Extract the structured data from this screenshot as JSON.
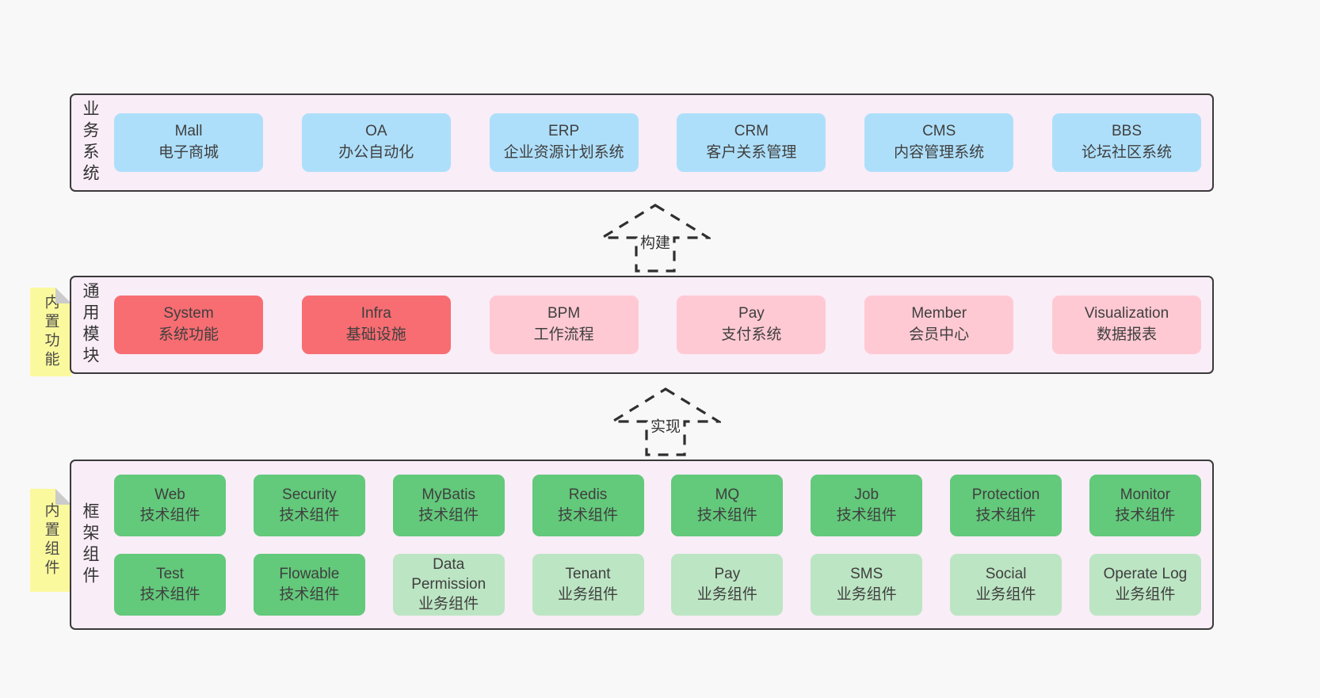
{
  "colors": {
    "page_bg": "#f8f8f8",
    "band_bg": "#f9edf7",
    "band_border": "#3a3a3a",
    "blue": "#aedffa",
    "red": "#f76d72",
    "pink": "#ffc9d3",
    "green": "#63c97b",
    "green_light": "#bce5c3",
    "note_yellow": "#fbf99d",
    "note_fold": "#cbcbcb",
    "text": "#3f3f3f"
  },
  "arrows": [
    {
      "label": "构建"
    },
    {
      "label": "实现"
    }
  ],
  "bands": [
    {
      "label": "业务系统",
      "boxes": [
        {
          "title": "Mall",
          "subtitle": "电子商城",
          "variant": "blue"
        },
        {
          "title": "OA",
          "subtitle": "办公自动化",
          "variant": "blue"
        },
        {
          "title": "ERP",
          "subtitle": "企业资源计划系统",
          "variant": "blue"
        },
        {
          "title": "CRM",
          "subtitle": "客户关系管理",
          "variant": "blue"
        },
        {
          "title": "CMS",
          "subtitle": "内容管理系统",
          "variant": "blue"
        },
        {
          "title": "BBS",
          "subtitle": "论坛社区系统",
          "variant": "blue"
        }
      ]
    },
    {
      "label": "通用模块",
      "note": "内置功能",
      "boxes": [
        {
          "title": "System",
          "subtitle": "系统功能",
          "variant": "red"
        },
        {
          "title": "Infra",
          "subtitle": "基础设施",
          "variant": "red"
        },
        {
          "title": "BPM",
          "subtitle": "工作流程",
          "variant": "pink"
        },
        {
          "title": "Pay",
          "subtitle": "支付系统",
          "variant": "pink"
        },
        {
          "title": "Member",
          "subtitle": "会员中心",
          "variant": "pink"
        },
        {
          "title": "Visualization",
          "subtitle": "数据报表",
          "variant": "pink"
        }
      ]
    },
    {
      "label": "框架组件",
      "note": "内置组件",
      "rows": [
        [
          {
            "title": "Web",
            "subtitle": "技术组件",
            "variant": "green"
          },
          {
            "title": "Security",
            "subtitle": "技术组件",
            "variant": "green"
          },
          {
            "title": "MyBatis",
            "subtitle": "技术组件",
            "variant": "green"
          },
          {
            "title": "Redis",
            "subtitle": "技术组件",
            "variant": "green"
          },
          {
            "title": "MQ",
            "subtitle": "技术组件",
            "variant": "green"
          },
          {
            "title": "Job",
            "subtitle": "技术组件",
            "variant": "green"
          },
          {
            "title": "Protection",
            "subtitle": "技术组件",
            "variant": "green"
          },
          {
            "title": "Monitor",
            "subtitle": "技术组件",
            "variant": "green"
          }
        ],
        [
          {
            "title": "Test",
            "subtitle": "技术组件",
            "variant": "green"
          },
          {
            "title": "Flowable",
            "subtitle": "技术组件",
            "variant": "green"
          },
          {
            "title": "Data Permission",
            "subtitle": "业务组件",
            "variant": "green-light"
          },
          {
            "title": "Tenant",
            "subtitle": "业务组件",
            "variant": "green-light"
          },
          {
            "title": "Pay",
            "subtitle": "业务组件",
            "variant": "green-light"
          },
          {
            "title": "SMS",
            "subtitle": "业务组件",
            "variant": "green-light"
          },
          {
            "title": "Social",
            "subtitle": "业务组件",
            "variant": "green-light"
          },
          {
            "title": "Operate Log",
            "subtitle": "业务组件",
            "variant": "green-light"
          }
        ]
      ]
    }
  ]
}
